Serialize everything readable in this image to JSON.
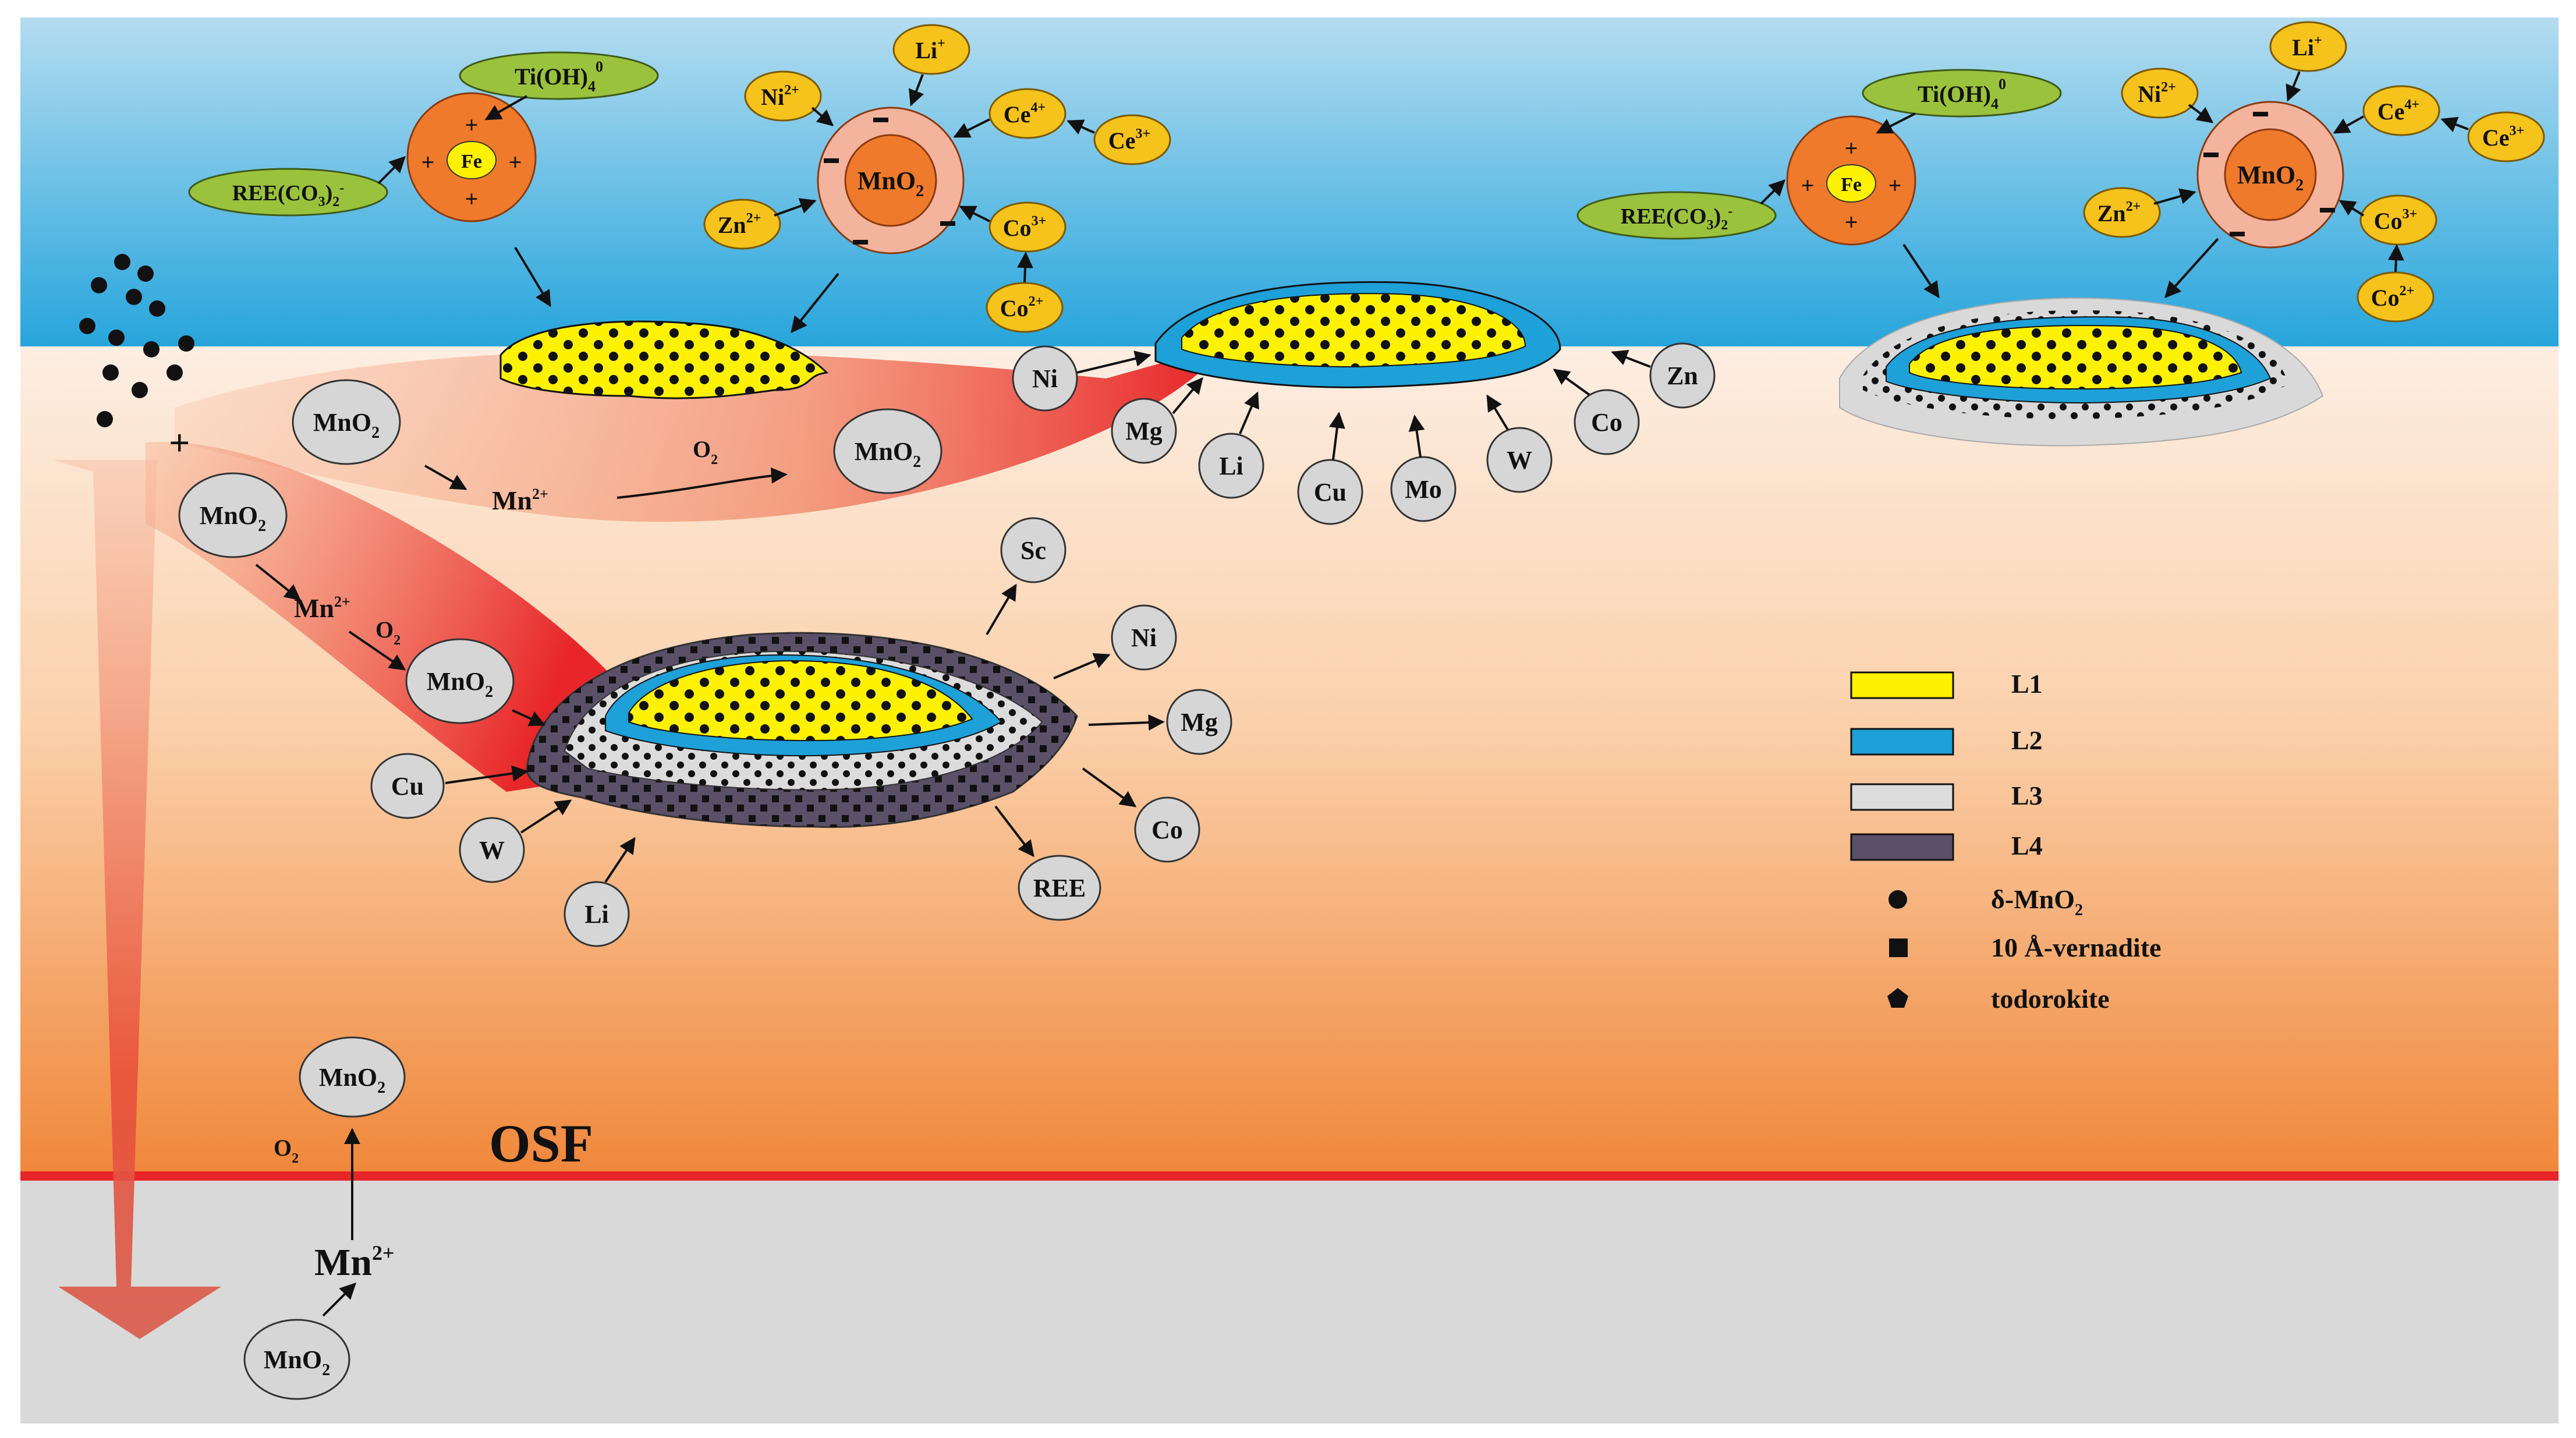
{
  "labels": {
    "osf": "OSF",
    "o2": "O",
    "o2_sub": "2",
    "mn2": "Mn",
    "mn2_sup": "2+",
    "plus": "+"
  },
  "ion_grey": {
    "mno2": "MnO",
    "mno2_sub": "2",
    "ni": "Ni",
    "mg": "Mg",
    "li": "Li",
    "cu": "Cu",
    "mo": "Mo",
    "w": "W",
    "co": "Co",
    "zn": "Zn",
    "sc": "Sc",
    "ree": "REE"
  },
  "complexes": {
    "ti": "Ti(OH)",
    "ti_sub": "4",
    "ti_sup": "0",
    "ree": "REE(CO",
    "ree_sub1": "3",
    "ree_mid": ")",
    "ree_sub2": "2",
    "ree_sup": "-",
    "fe": "Fe",
    "plus": "+",
    "minus": "−",
    "li": "Li",
    "li_sup": "+",
    "ni": "Ni",
    "ni_sup": "2+",
    "ce4": "Ce",
    "ce4_sup": "4+",
    "ce3": "Ce",
    "ce3_sup": "3+",
    "zn": "Zn",
    "zn_sup": "2+",
    "co3": "Co",
    "co3_sup": "3+",
    "co2": "Co",
    "co2_sup": "2+"
  },
  "legend": {
    "items": [
      {
        "label": "L1",
        "color": "#fff200"
      },
      {
        "label": "L2",
        "color": "#1e9ed6"
      },
      {
        "label": "L3",
        "color": "#dcdcdc"
      },
      {
        "label": "L4",
        "color": "#5a5068"
      }
    ],
    "symbols": [
      {
        "label": "δ-MnO",
        "sub": "2",
        "shape": "circle"
      },
      {
        "label": "10 Å-vernadite",
        "shape": "square"
      },
      {
        "label": "todorokite",
        "shape": "pentagon"
      }
    ]
  },
  "colors": {
    "seawater_top": "#a9d7ee",
    "seawater_bottom": "#1ea0d8",
    "sediment_top": "#fde9d8",
    "sediment_bottom": "#f08a3a",
    "osf_line": "#e8262a",
    "deep_sediment": "#d9d9d9",
    "fe_core": "#ef7a2b",
    "mno2_ring": "#f4b39c",
    "cation": "#f6c21c",
    "complex_green": "#9bc23c",
    "grey_ion": "#d6d6d6"
  }
}
